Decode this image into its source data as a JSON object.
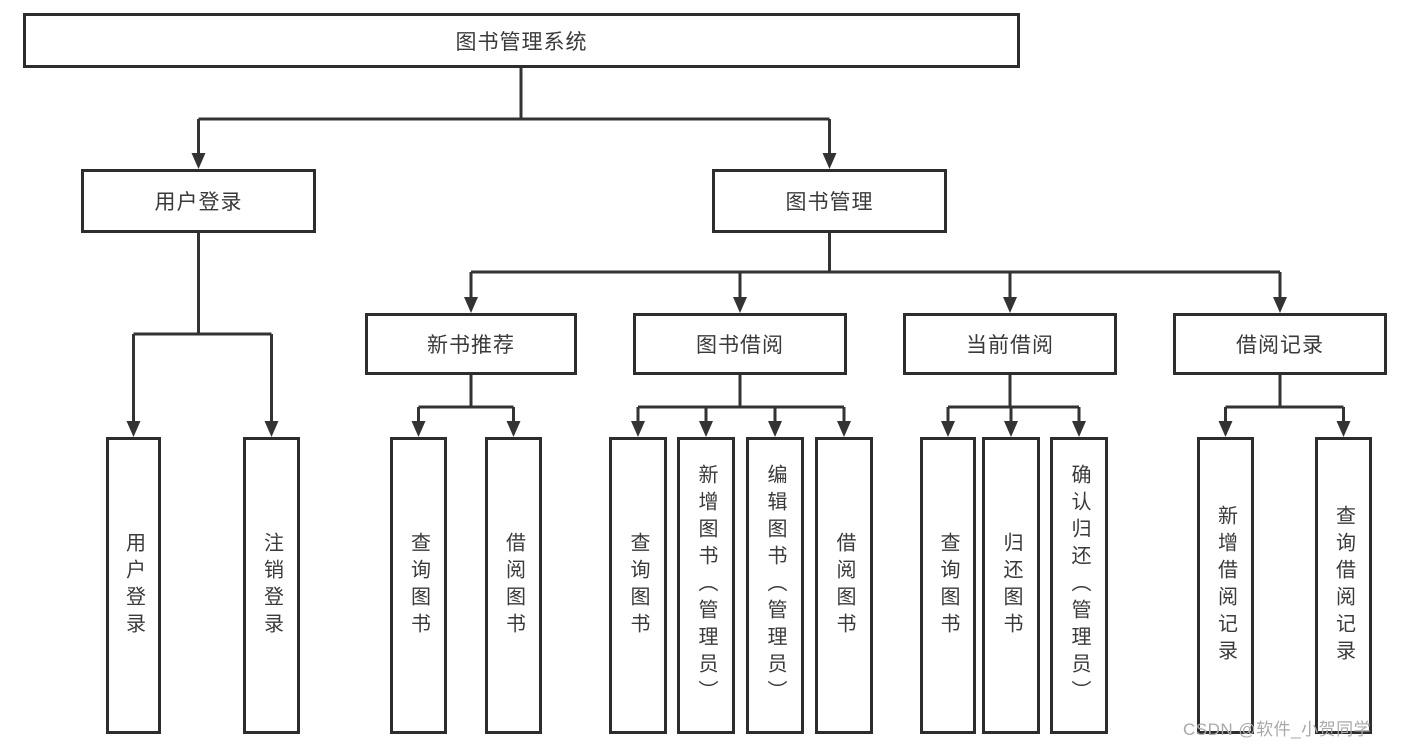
{
  "root": {
    "label": "图书管理系统"
  },
  "branches": {
    "user_login": {
      "label": "用户登录",
      "children": [
        "用户登录",
        "注销登录"
      ]
    },
    "book_management": {
      "label": "图书管理",
      "sections": {
        "new_book": {
          "label": "新书推荐",
          "children": [
            "查询图书",
            "借阅图书"
          ]
        },
        "borrow": {
          "label": "图书借阅",
          "children": [
            "查询图书",
            "新增图书（管理员）",
            "编辑图书（管理员）",
            "借阅图书"
          ]
        },
        "current": {
          "label": "当前借阅",
          "children": [
            "查询图书",
            "归还图书",
            "确认归还（管理员）"
          ]
        },
        "records": {
          "label": "借阅记录",
          "children": [
            "新增借阅记录",
            "查询借阅记录"
          ]
        }
      }
    }
  },
  "watermark": {
    "text": "CSDN @软件_小贺同学"
  },
  "colors": {
    "line": "#333333",
    "box_border": "#2d2d2d",
    "text": "#3a3a3a",
    "watermark": "#a9a9a9",
    "background": "#ffffff"
  }
}
